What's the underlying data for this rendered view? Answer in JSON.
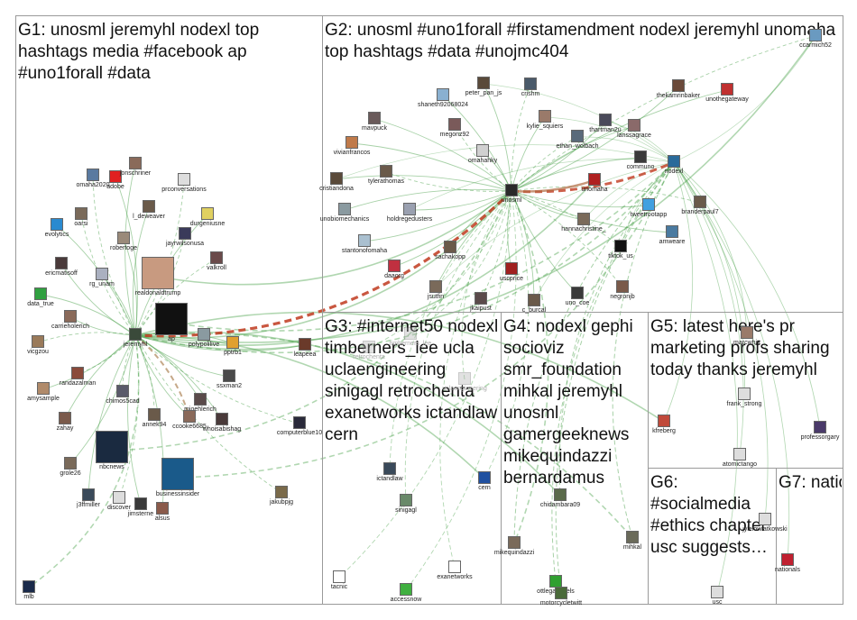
{
  "groups": [
    {
      "id": "G1",
      "title": "G1: unosml jeremyhl nodexl top hashtags media #facebook ap #uno1forall #data"
    },
    {
      "id": "G2",
      "title": "G2: unosml #uno1forall #firstamendment nodexl jeremyhl unomaha top hashtags #data #unojmc404"
    },
    {
      "id": "G3",
      "title": "G3: #internet50 nodexl timberners_lee ucla uclaengineering sinigagl retrochenta exanetworks ictandlaw cern"
    },
    {
      "id": "G4",
      "title": "G4: nodexl gephi socioviz smr_foundation mihkal jeremyhl unosml gamergeeknews mikequindazzi bernardamus"
    },
    {
      "id": "G5",
      "title": "G5: latest here's pr marketing profs sharing today thanks jeremyhl"
    },
    {
      "id": "G6",
      "title": "G6: #socialmedia #ethics chapter usc suggests…"
    },
    {
      "id": "G7",
      "title": "G7: natio…"
    }
  ],
  "nodes": [
    {
      "id": "mlb",
      "label": "mlb",
      "color": "#1a2a4a"
    },
    {
      "id": "omaha",
      "label": "omaha2020",
      "color": "#5a7aa0"
    },
    {
      "id": "adobe",
      "label": "adobe",
      "color": "#e02020"
    },
    {
      "id": "jonschriner",
      "label": "jonschriner",
      "color": "#8a6a5a"
    },
    {
      "id": "prconversations",
      "label": "prconversations",
      "color": "#dddddd"
    },
    {
      "id": "ldeweaver",
      "label": "l_deweaver",
      "color": "#6a5a4a"
    },
    {
      "id": "evolytics",
      "label": "evolytics",
      "color": "#2a8ad0"
    },
    {
      "id": "oarsi",
      "label": "oarsi",
      "color": "#7a6a5a"
    },
    {
      "id": "robertoge",
      "label": "robertoge",
      "color": "#9a8a7a"
    },
    {
      "id": "durgeniusne",
      "label": "durgeniusne",
      "color": "#e0d060"
    },
    {
      "id": "jayrwilsonusa",
      "label": "jayrwilsonusa",
      "color": "#3a3a5a"
    },
    {
      "id": "ericmatisoff",
      "label": "ericmatisoff",
      "color": "#4a3a3a"
    },
    {
      "id": "rgunam",
      "label": "rg_unam",
      "color": "#aab0c0"
    },
    {
      "id": "valkroll",
      "label": "valkroll",
      "color": "#6a4a4a"
    },
    {
      "id": "realdonaldtrump",
      "label": "realdonaldtrump",
      "color": "#c89a80"
    },
    {
      "id": "datatrue",
      "label": "data_true",
      "color": "#30a040"
    },
    {
      "id": "carrieholerich",
      "label": "carrieholerich",
      "color": "#8a6a5a"
    },
    {
      "id": "jeremyhl",
      "label": "jeremyhl",
      "color": "#3a4a3a"
    },
    {
      "id": "ap",
      "label": "ap",
      "color": "#111111"
    },
    {
      "id": "polypolilive",
      "label": "polypolilive",
      "color": "#8a9aa0"
    },
    {
      "id": "vicgzou",
      "label": "vicgzou",
      "color": "#9a7a5a"
    },
    {
      "id": "pptrb1",
      "label": "pptrb1",
      "color": "#e0a030"
    },
    {
      "id": "leapeea",
      "label": "leapeea",
      "color": "#6a3a2a"
    },
    {
      "id": "randazalman",
      "label": "randazalman",
      "color": "#8a4a3a"
    },
    {
      "id": "ssxman2",
      "label": "ssxman2",
      "color": "#4a4a4a"
    },
    {
      "id": "amysample",
      "label": "amysample",
      "color": "#b08a6a"
    },
    {
      "id": "chimos5cad",
      "label": "chimos5cad",
      "color": "#5a5a6a"
    },
    {
      "id": "mjoehlerich",
      "label": "mjoehlerich",
      "color": "#5a4a4a"
    },
    {
      "id": "zahay",
      "label": "zahay",
      "color": "#7a5a4a"
    },
    {
      "id": "annek94",
      "label": "annek94",
      "color": "#6a5a4a"
    },
    {
      "id": "ccooke6685",
      "label": "ccooke6685",
      "color": "#8a6a5a"
    },
    {
      "id": "whoisabishag",
      "label": "whoisabishag",
      "color": "#4a3a3a"
    },
    {
      "id": "computerblue10",
      "label": "computerblue10",
      "color": "#2a2a3a"
    },
    {
      "id": "nbcnews",
      "label": "nbcnews",
      "color": "#1a2a40"
    },
    {
      "id": "grole26",
      "label": "grole26",
      "color": "#7a6a5a"
    },
    {
      "id": "businessinsider",
      "label": "businessinsider",
      "color": "#1a5a8a"
    },
    {
      "id": "j3ffmiller",
      "label": "j3ffmiller",
      "color": "#3a4a5a"
    },
    {
      "id": "discover",
      "label": "discover",
      "color": "#dddddd"
    },
    {
      "id": "jimsterne",
      "label": "jimsterne",
      "color": "#3a3a3a"
    },
    {
      "id": "alsus",
      "label": "alsus",
      "color": "#8a5a4a"
    },
    {
      "id": "jakubpjg",
      "label": "jakubpjg",
      "color": "#7a6a4a"
    },
    {
      "id": "ccarmich52",
      "label": "ccarmich52",
      "color": "#6a9ac0"
    },
    {
      "id": "thekamrinbaker",
      "label": "thekamrinbaker",
      "color": "#6a4a3a"
    },
    {
      "id": "unothegateway",
      "label": "unothegateway",
      "color": "#c03030"
    },
    {
      "id": "peterpanjs",
      "label": "peter_pan_js",
      "color": "#5a4a3a"
    },
    {
      "id": "crishm",
      "label": "crishm",
      "color": "#4a5a6a"
    },
    {
      "id": "shaneth",
      "label": "shaneth92068024",
      "color": "#8ab0d0"
    },
    {
      "id": "kyliesquiers",
      "label": "kylie_squiers",
      "color": "#9a7a6a"
    },
    {
      "id": "mavpuck",
      "label": "mavpuck",
      "color": "#6a5a5a"
    },
    {
      "id": "megonz92",
      "label": "megonz92",
      "color": "#7a5a5a"
    },
    {
      "id": "thartman2u",
      "label": "thartman2u",
      "color": "#4a4a5a"
    },
    {
      "id": "lanssagrace",
      "label": "lanssagrace",
      "color": "#8a6a6a"
    },
    {
      "id": "vivianfrancos",
      "label": "vivianfrancos",
      "color": "#c07a4a"
    },
    {
      "id": "ethanwolbach",
      "label": "ethan_wolbach",
      "color": "#5a6a7a"
    },
    {
      "id": "omahahky",
      "label": "omahahky",
      "color": "#d0d0d0"
    },
    {
      "id": "communo",
      "label": "communo",
      "color": "#3a3a3a"
    },
    {
      "id": "nodexl",
      "label": "nodexl",
      "color": "#2a6a9a"
    },
    {
      "id": "cristiandona",
      "label": "cristiandona",
      "color": "#5a4a3a"
    },
    {
      "id": "tylerathomas",
      "label": "tylerathomas",
      "color": "#6a5a4a"
    },
    {
      "id": "unosml",
      "label": "unosml",
      "color": "#2a2a2a"
    },
    {
      "id": "unomaha",
      "label": "unomaha",
      "color": "#b02020"
    },
    {
      "id": "unobiomechanics",
      "label": "unobiomechanics",
      "color": "#8a9aa0"
    },
    {
      "id": "holdregedusters",
      "label": "holdregedusters",
      "color": "#9aa0b0"
    },
    {
      "id": "tweetrootapp",
      "label": "tweetrootapp",
      "color": "#40a0e0"
    },
    {
      "id": "branderpaul7",
      "label": "branderpaul7",
      "color": "#6a5a4a"
    },
    {
      "id": "hannachristine",
      "label": "hannachristine_",
      "color": "#7a6a5a"
    },
    {
      "id": "stantonofomaha",
      "label": "stantonofomaha",
      "color": "#aac0d0"
    },
    {
      "id": "amweare",
      "label": "amweare",
      "color": "#4a7aa0"
    },
    {
      "id": "tiktokus",
      "label": "tiktok_us",
      "color": "#111111"
    },
    {
      "id": "sachakopp",
      "label": "sachakopp",
      "color": "#6a5a4a"
    },
    {
      "id": "daaorg",
      "label": "daaorg",
      "color": "#c03040"
    },
    {
      "id": "jsutfin",
      "label": "jsutfin",
      "color": "#7a6a5a"
    },
    {
      "id": "jkaipust",
      "label": "jkaipust",
      "color": "#5a4a4a"
    },
    {
      "id": "uscprice",
      "label": "uscprice",
      "color": "#a02020"
    },
    {
      "id": "cburcal",
      "label": "c_burcal",
      "color": "#6a5a4a"
    },
    {
      "id": "unocoe",
      "label": "uno_coe",
      "color": "#3a3a3a"
    },
    {
      "id": "negronjb",
      "label": "negronjb",
      "color": "#7a5a4a"
    },
    {
      "id": "timberners",
      "label": "timberners_lee",
      "color": "#aaaaaa"
    },
    {
      "id": "uclaengineering",
      "label": "uclaengineering",
      "color": "#aaaaaa"
    },
    {
      "id": "retrochenta",
      "label": "retrochenta",
      "color": "#aaaaaa"
    },
    {
      "id": "ictandlaw",
      "label": "ictandlaw",
      "color": "#3a4a5a"
    },
    {
      "id": "cern",
      "label": "cern",
      "color": "#2050a0"
    },
    {
      "id": "sinigagl",
      "label": "sinigagl",
      "color": "#6a8a6a"
    },
    {
      "id": "chidambara09",
      "label": "chidambara09",
      "color": "#5a6a4a"
    },
    {
      "id": "mikequindazzi",
      "label": "mikequindazzi",
      "color": "#7a6a5a"
    },
    {
      "id": "mihkal",
      "label": "mihkal",
      "color": "#6a6a5a"
    },
    {
      "id": "ottlegalrebels",
      "label": "ottlegalrebels",
      "color": "#30a030"
    },
    {
      "id": "motorcycletwitt",
      "label": "motorcycletwitt",
      "color": "#4a6a3a"
    },
    {
      "id": "tacnic",
      "label": "tacnic",
      "color": "#ffffff"
    },
    {
      "id": "exanetworks",
      "label": "exanetworks",
      "color": "#ffffff"
    },
    {
      "id": "accessnow",
      "label": "accessnow",
      "color": "#40b040"
    },
    {
      "id": "kfreberg",
      "label": "kfreberg",
      "color": "#c04a3a"
    },
    {
      "id": "marcwhitt",
      "label": "marcwhitt",
      "color": "#9a7a6a"
    },
    {
      "id": "frankstrong",
      "label": "frank_strong",
      "color": "#dddddd"
    },
    {
      "id": "professorgary",
      "label": "professorgary",
      "color": "#4a3a6a"
    },
    {
      "id": "atomictango",
      "label": "atomictango",
      "color": "#dddddd"
    },
    {
      "id": "jylelowiatkowski",
      "label": "jylelowiatkowski",
      "color": "#dddddd"
    },
    {
      "id": "nationals",
      "label": "nationals",
      "color": "#c02030"
    },
    {
      "id": "usc",
      "label": "usc",
      "color": "#dddddd"
    }
  ]
}
